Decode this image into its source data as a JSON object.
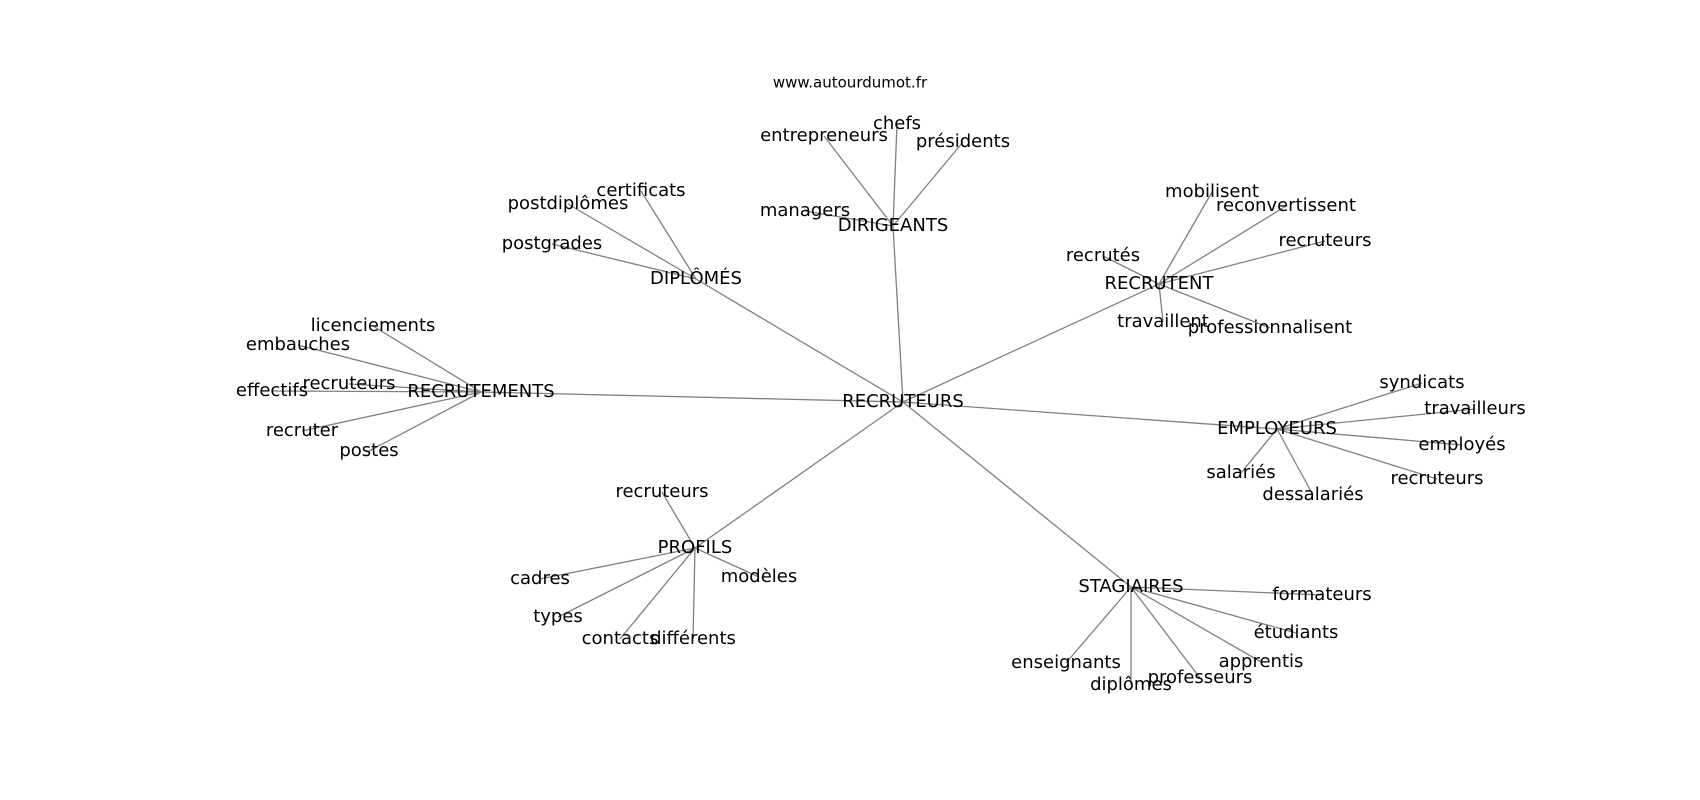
{
  "header": {
    "site": "www.autourdumot.fr"
  },
  "graph": {
    "center": "RECRUTEURS",
    "clusters": [
      {
        "label": "DIRIGEANTS",
        "children": [
          "chefs",
          "entrepreneurs",
          "présidents",
          "managers"
        ]
      },
      {
        "label": "DIPLÔMÉS",
        "children": [
          "certificats",
          "postdiplômes",
          "postgrades"
        ]
      },
      {
        "label": "RECRUTENT",
        "children": [
          "mobilisent",
          "reconvertissent",
          "recruteurs",
          "recrutés",
          "travaillent",
          "professionnalisent"
        ]
      },
      {
        "label": "RECRUTEMENTS",
        "children": [
          "licenciements",
          "embauches",
          "effectifs",
          "recruteurs",
          "recruter",
          "postes"
        ]
      },
      {
        "label": "EMPLOYEURS",
        "children": [
          "syndicats",
          "travailleurs",
          "employés",
          "salariés",
          "recruteurs",
          "dessalariés"
        ]
      },
      {
        "label": "PROFILS",
        "children": [
          "recruteurs",
          "cadres",
          "modèles",
          "types",
          "contacts",
          "différents"
        ]
      },
      {
        "label": "STAGIAIRES",
        "children": [
          "formateurs",
          "étudiants",
          "enseignants",
          "apprentis",
          "professeurs",
          "diplômes"
        ]
      }
    ]
  }
}
